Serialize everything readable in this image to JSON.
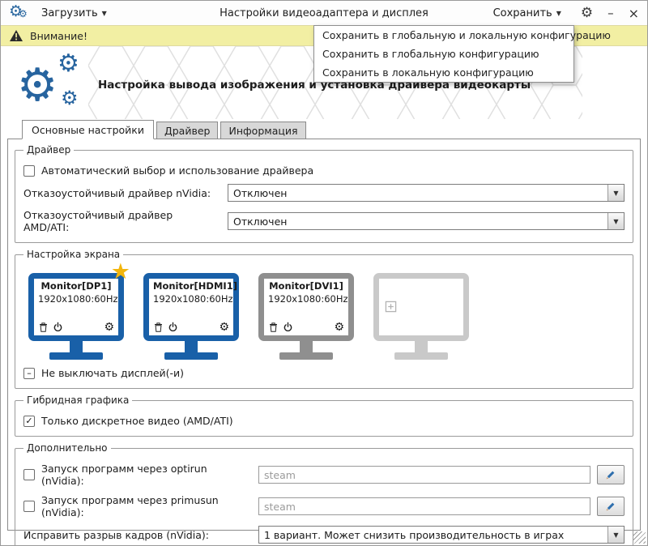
{
  "icons": {
    "dropdown_arrow": "▼",
    "combo_arrow": "▼",
    "gear": "⚙",
    "minimize": "–",
    "close": "×",
    "star": "★",
    "check": "✓",
    "dash": "–"
  },
  "titlebar": {
    "load_label": "Загрузить",
    "title": "Настройки видеоадаптера и дисплея",
    "save_label": "Сохранить"
  },
  "warning_banner": {
    "label": "Внимание!"
  },
  "save_menu": {
    "items": [
      "Сохранить в глобальную и локальную конфигурацию",
      "Сохранить в глобальную конфигурацию",
      "Сохранить в локальную конфигурацию"
    ]
  },
  "header": {
    "subtitle": "Настройка вывода изображения и установка драйвера видеокарты"
  },
  "tabs": [
    {
      "label": "Основные настройки"
    },
    {
      "label": "Драйвер"
    },
    {
      "label": "Информация"
    }
  ],
  "driver_group": {
    "legend": "Драйвер",
    "auto_driver_label": "Автоматический выбор и использование драйвера",
    "nvidia_failsafe_label": "Отказоустойчивый драйвер nVidia:",
    "nvidia_failsafe_value": "Отключен",
    "amd_failsafe_label": "Отказоустойчивый драйвер AMD/ATI:",
    "amd_failsafe_value": "Отключен"
  },
  "screen_group": {
    "legend": "Настройка экрана",
    "monitors": [
      {
        "name": "Monitor[DP1]",
        "resolution": "1920x1080:60Hz"
      },
      {
        "name": "Monitor[HDMI1]",
        "resolution": "1920x1080:60Hz"
      },
      {
        "name": "Monitor[DVI1]",
        "resolution": "1920x1080:60Hz"
      },
      {
        "name": "",
        "resolution": ""
      }
    ],
    "keep_displays_on_label": "Не выключать дисплей(-и)"
  },
  "hybrid_group": {
    "legend": "Гибридная графика",
    "discrete_only_label": "Только дискретное видео (AMD/ATI)"
  },
  "extra_group": {
    "legend": "Дополнительно",
    "optirun_label": "Запуск программ через optirun (nVidia):",
    "optirun_value": "steam",
    "primusrun_label": "Запуск программ через primusun (nVidia):",
    "primusrun_value": "steam",
    "tearing_label": "Исправить разрыв кадров (nVidia):",
    "tearing_value": "1 вариант. Может снизить производительность в играх"
  }
}
